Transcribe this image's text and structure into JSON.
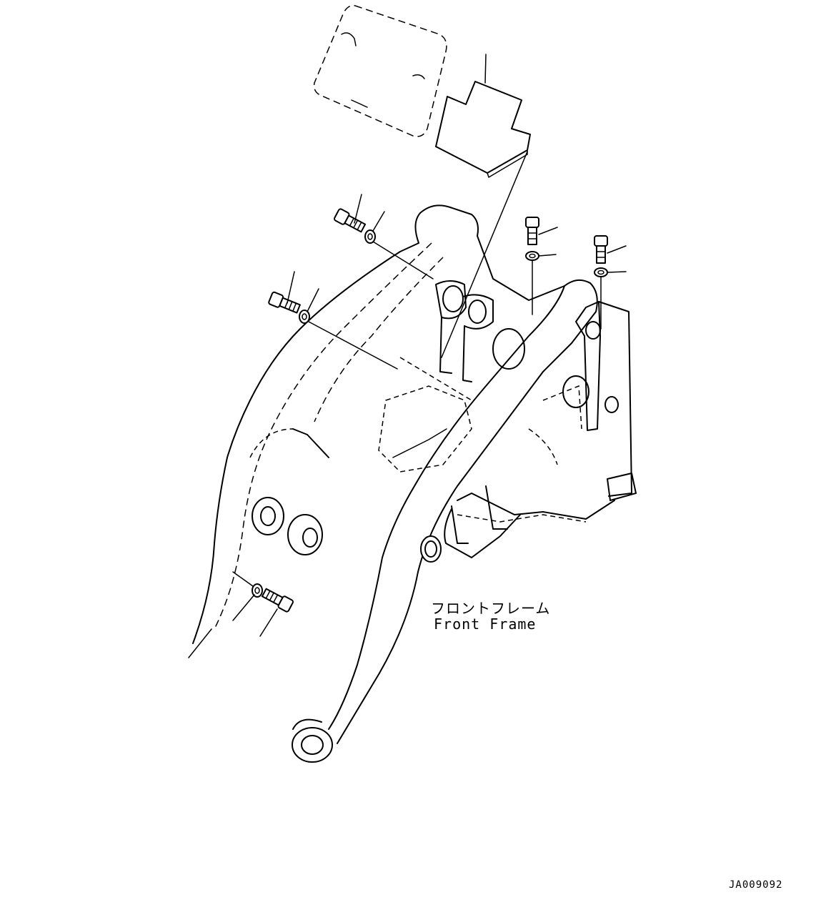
{
  "labels": {
    "part_name_jp": "フロントフレーム",
    "part_name_en": "Front Frame",
    "drawing_code": "JA009092"
  },
  "icons": {
    "bolt": "bolt-icon",
    "washer": "washer-icon",
    "plate": "plate-icon"
  },
  "colors": {
    "line": "#000000",
    "background": "#ffffff"
  }
}
